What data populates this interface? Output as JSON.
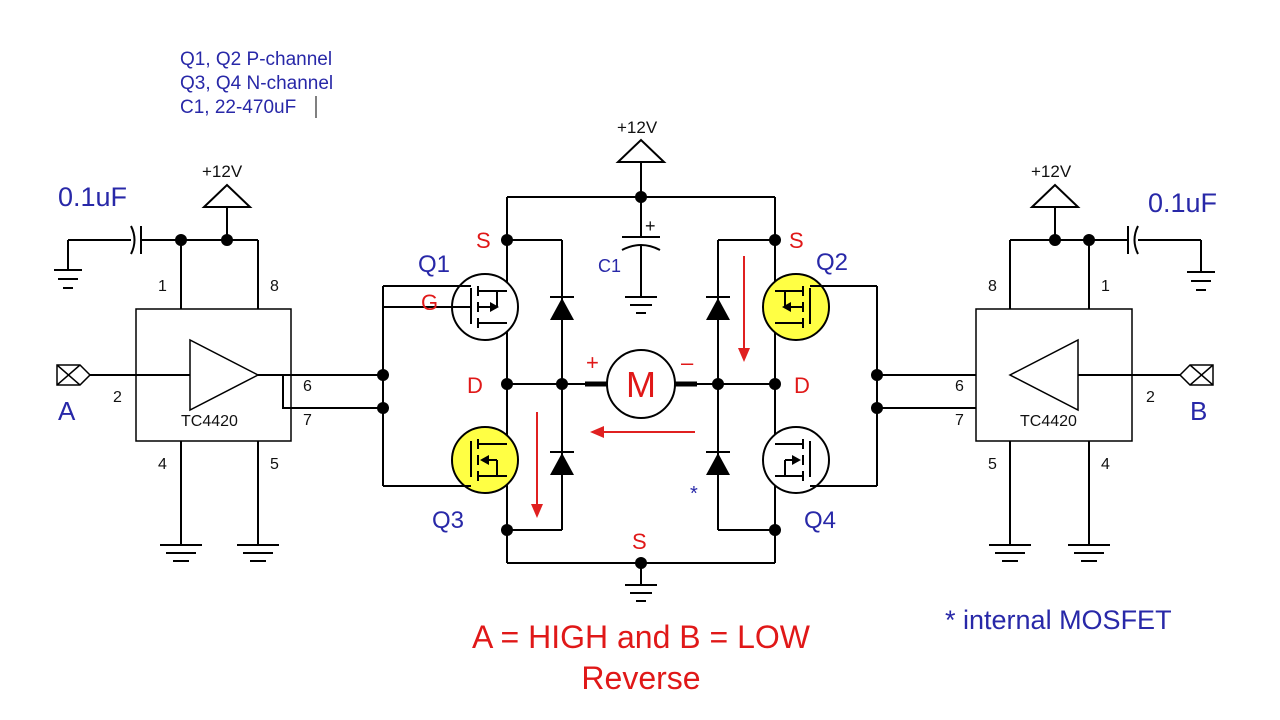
{
  "notes": {
    "line1": "Q1, Q2 P-channel",
    "line2": "Q3, Q4 N-channel",
    "line3": "C1, 22-470uF"
  },
  "supply": {
    "center": "+12V",
    "left": "+12V",
    "right": "+12V"
  },
  "capacitors": {
    "left_value": "0.1uF",
    "right_value": "0.1uF",
    "c1_label": "C1",
    "c1_polarity": "+"
  },
  "drivers": {
    "left": {
      "name": "TC4420",
      "pin1": "1",
      "pin8": "8",
      "pin2": "2",
      "pin6": "6",
      "pin7": "7",
      "pin4": "4",
      "pin5": "5"
    },
    "right": {
      "name": "TC4420",
      "pin1": "1",
      "pin8": "8",
      "pin2": "2",
      "pin6": "6",
      "pin7": "7",
      "pin4": "4",
      "pin5": "5"
    }
  },
  "inputs": {
    "a": "A",
    "b": "B"
  },
  "transistors": {
    "q1": "Q1",
    "q2": "Q2",
    "q3": "Q3",
    "q4": "Q4",
    "q1_active": false,
    "q2_active": true,
    "q3_active": true,
    "q4_active": false
  },
  "terminals": {
    "s_left": "S",
    "g_left": "G",
    "d_left": "D",
    "s_right": "S",
    "d_right": "D",
    "s_bottom": "S"
  },
  "motor": {
    "label": "M",
    "plus": "+",
    "minus": "–"
  },
  "annotations": {
    "asterisk": "*",
    "internal_note": "* internal MOSFET",
    "caption_line1": "A = HIGH and B = LOW",
    "caption_line2": "Reverse"
  },
  "colors": {
    "blue": "#2828a8",
    "red": "#e01818",
    "active_fill": "#ffff44"
  }
}
